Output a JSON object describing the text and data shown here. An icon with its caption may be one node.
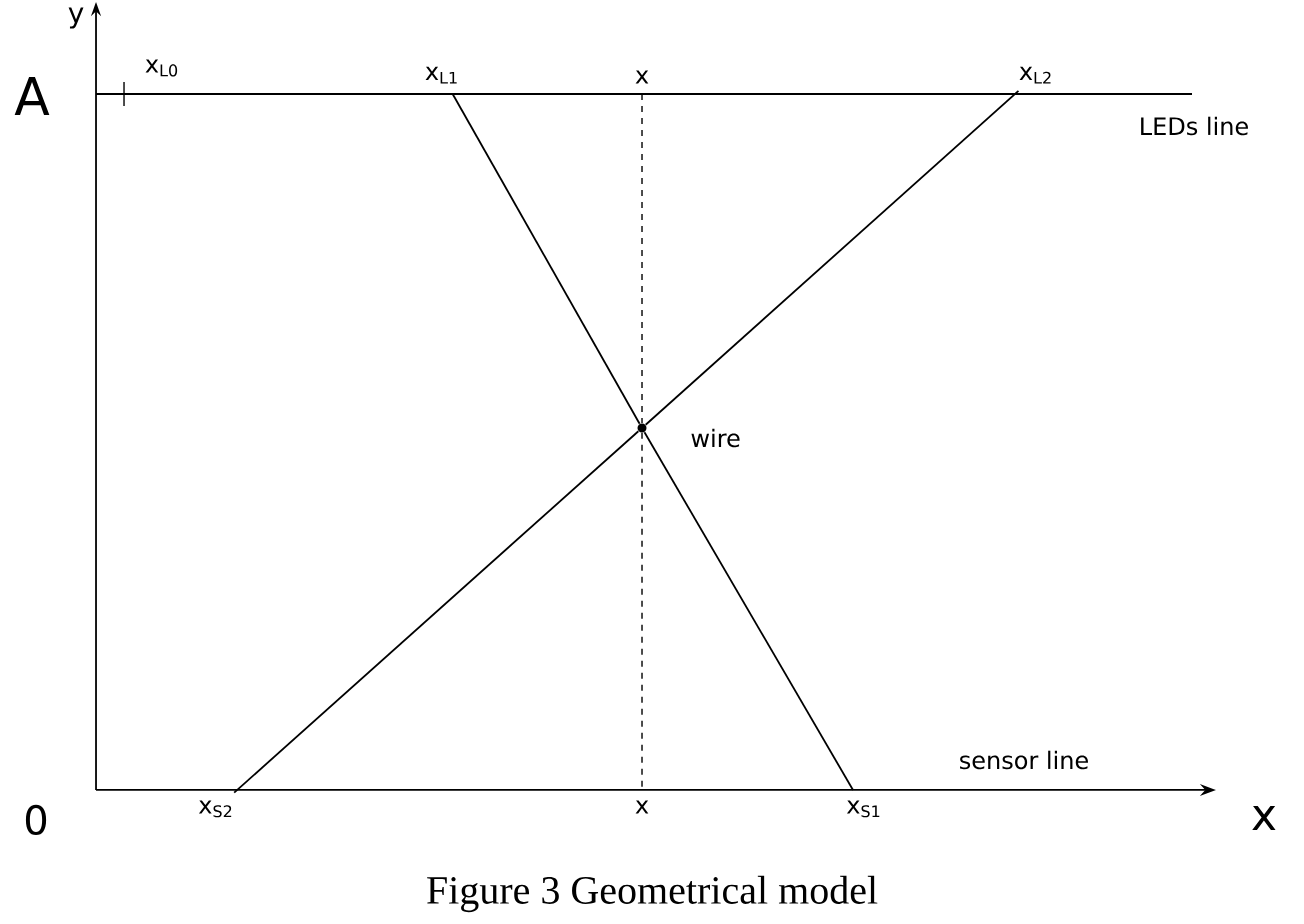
{
  "diagram": {
    "caption": "Figure 3 Geometrical model",
    "nodes": [
      {
        "text": [
          "x$_{L1}$"
        ]
      },
      {
        "text": [
          "x"
        ]
      },
      {
        "text": [
          "x$_{L2}$"
        ]
      },
      {
        "text": [],
        "shape": "dot",
        "beside": [
          "wire"
        ]
      },
      {
        "text": [
          "x$_{S2}$"
        ]
      },
      {
        "text": [
          "x"
        ]
      },
      {
        "text": [
          "x$_{S1}$"
        ]
      }
    ],
    "edges": [
      {
        "from": 0,
        "to": 3,
        "arrow": "none"
      },
      {
        "from": 3,
        "to": 6,
        "arrow": "none"
      },
      {
        "from": 2,
        "to": 3,
        "arrow": "none"
      },
      {
        "from": 3,
        "to": 4,
        "arrow": "none"
      },
      {
        "from": 1,
        "to": 3,
        "arrow": "none",
        "style": "dashed"
      },
      {
        "from": 3,
        "to": 5,
        "arrow": "none",
        "style": "dashed"
      }
    ],
    "labels": [
      "y",
      "x$_{L0}$",
      "A",
      "LEDs line",
      "sensor line",
      "0",
      "x"
    ]
  }
}
